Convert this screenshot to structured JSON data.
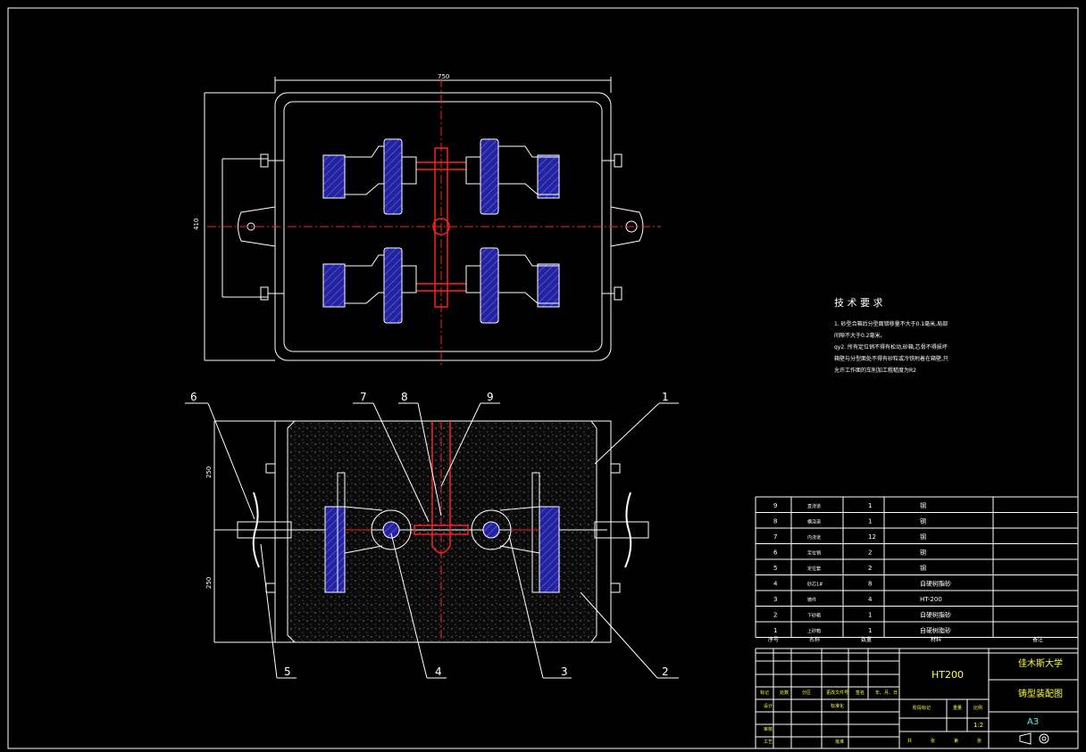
{
  "dimensions": {
    "top_width": "750",
    "top_height": "410",
    "front_upper": "250",
    "front_lower": "250"
  },
  "balloons": [
    "1",
    "2",
    "3",
    "4",
    "5",
    "6",
    "7",
    "8",
    "9"
  ],
  "tech_requirements": {
    "title": "技 术 要 求",
    "lines": [
      "1. 砂型合箱后分型面错移量不大于0.1毫米,局部",
      "间隙不大于0.2毫米。",
      "qy2.  所有定位销不得有松动,砂箱,芯骨不得损坏",
      "箱壁与分型面处不得有砂粒或冷铁附着在箱壁,只",
      "允许工作面的车削加工粗糙度为R2"
    ]
  },
  "parts_table": {
    "rows": [
      {
        "no": "9",
        "name": "直浇道",
        "qty": "1",
        "material": "钢",
        "note": ""
      },
      {
        "no": "8",
        "name": "横浇道",
        "qty": "1",
        "material": "钢",
        "note": ""
      },
      {
        "no": "7",
        "name": "内浇道",
        "qty": "12",
        "material": "钢",
        "note": ""
      },
      {
        "no": "6",
        "name": "定位销",
        "qty": "2",
        "material": "钢",
        "note": ""
      },
      {
        "no": "5",
        "name": "定位套",
        "qty": "2",
        "material": "钢",
        "note": ""
      },
      {
        "no": "4",
        "name": "砂芯1#",
        "qty": "8",
        "material": "自硬树脂砂",
        "note": ""
      },
      {
        "no": "3",
        "name": "铸件",
        "qty": "4",
        "material": "HT-200",
        "note": ""
      },
      {
        "no": "2",
        "name": "下砂箱",
        "qty": "1",
        "material": "自硬树脂砂",
        "note": ""
      },
      {
        "no": "1",
        "name": "上砂箱",
        "qty": "1",
        "material": "自硬树脂砂",
        "note": ""
      }
    ],
    "header": {
      "no": "序号",
      "name": "名称",
      "qty": "数量",
      "material": "材料",
      "note": "备注"
    }
  },
  "title_block": {
    "material": "HT200",
    "school": "佳木斯大学",
    "drawing_name": "铸型装配图",
    "sheet_size": "A3",
    "scale": "1:2",
    "labels": {
      "mark": "标记",
      "count": "处数",
      "zone": "分区",
      "change_no": "更改文件号",
      "sign": "签名",
      "date": "年、月、日",
      "design": "设计",
      "standard": "标准化",
      "check": "审核",
      "process": "工艺",
      "approve": "批准",
      "stage": "阶段标记",
      "weight": "重量",
      "ratio": "比例",
      "total": "共",
      "sheets": "张",
      "page": "第",
      "page2": "张"
    }
  },
  "colors": {
    "background": "#000000",
    "outline": "#ffffff",
    "centerline": "#ff2020",
    "hatch": "#2a2ab8",
    "sand_dots": "#ffffff"
  }
}
